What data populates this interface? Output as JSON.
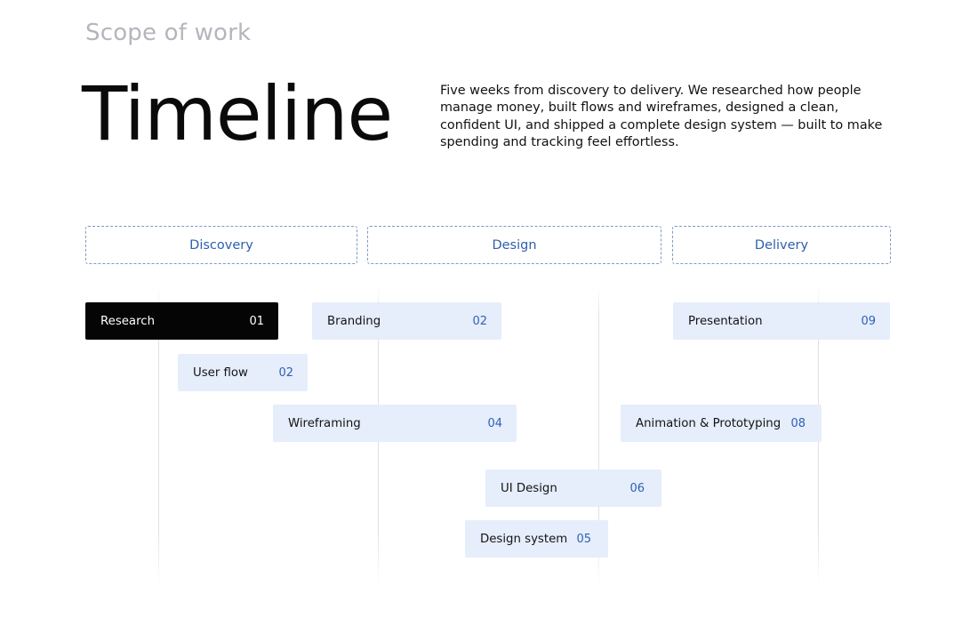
{
  "header": {
    "eyebrow": "Scope of work",
    "title": "Timeline",
    "description": "Five weeks from discovery to delivery. We researched how people manage money, built flows and wireframes, designed a clean, confident UI, and shipped a complete design system — built to make spending and tracking feel effortless."
  },
  "phases": [
    {
      "label": "Discovery"
    },
    {
      "label": "Design"
    },
    {
      "label": "Delivery"
    }
  ],
  "tasks": [
    {
      "label": "Research",
      "number": "01",
      "style": "dark"
    },
    {
      "label": "Branding",
      "number": "02",
      "style": "light"
    },
    {
      "label": "Presentation",
      "number": "09",
      "style": "light"
    },
    {
      "label": "User flow",
      "number": "02",
      "style": "light"
    },
    {
      "label": "Wireframing",
      "number": "04",
      "style": "light"
    },
    {
      "label": "Animation & Prototyping",
      "number": "08",
      "style": "light"
    },
    {
      "label": "UI Design",
      "number": "06",
      "style": "light"
    },
    {
      "label": "Design system",
      "number": "05",
      "style": "light"
    }
  ],
  "colors": {
    "accent": "#2e62b6",
    "phase_border": "#7f99c3",
    "task_fill": "#e6edfb",
    "task_dark": "#050505",
    "eyebrow": "#b3b6bc"
  }
}
